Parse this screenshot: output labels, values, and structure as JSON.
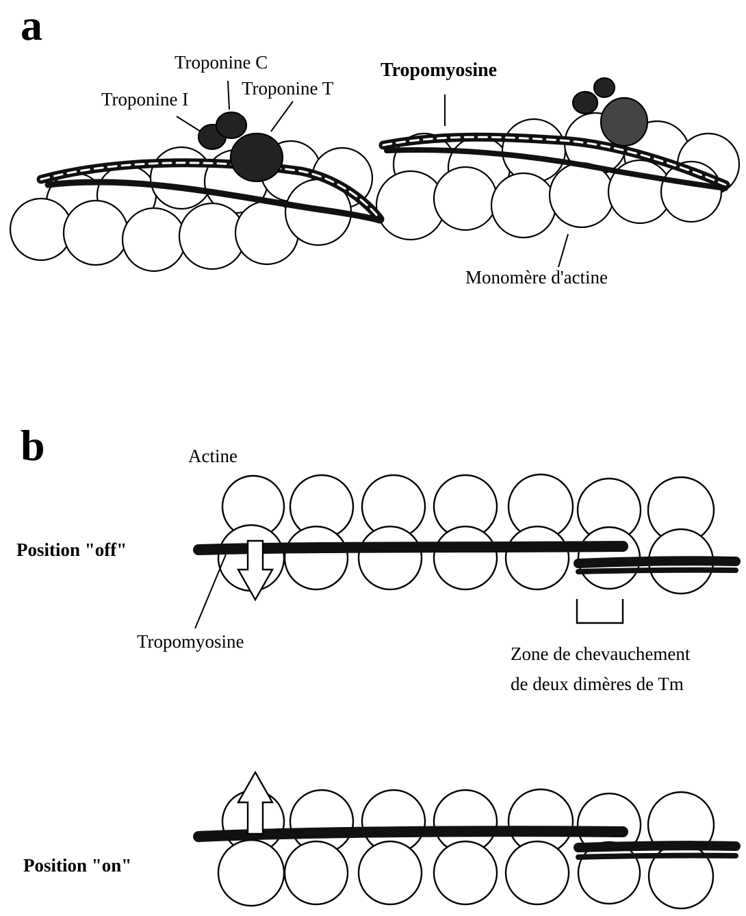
{
  "panels": {
    "a": {
      "letter": "a",
      "labels": {
        "troponine_c": "Troponine C",
        "troponine_i": "Troponine I",
        "troponine_t": "Troponine T",
        "tropomyosine": "Tropomyosine",
        "monomere": "Monomère d'actine"
      }
    },
    "b": {
      "letter": "b",
      "labels": {
        "actine": "Actine",
        "position_off": "Position \"off\"",
        "tropomyosine": "Tropomyosine",
        "zone_line1": "Zone de chevauchement",
        "zone_line2": "de deux dimères de Tm",
        "position_on": "Position \"on\""
      }
    }
  },
  "colors": {
    "ink": "#000000",
    "bead_fill": "#ffffff",
    "strand": "#111111"
  }
}
